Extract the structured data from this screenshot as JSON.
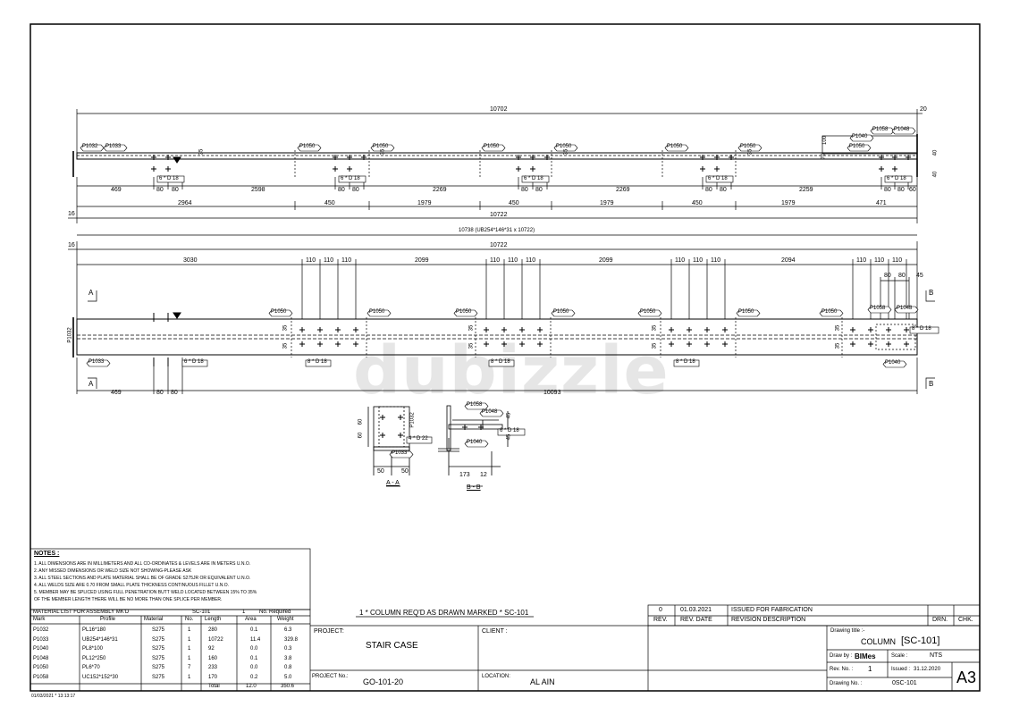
{
  "watermark": "dubizzle",
  "timestamp": "01/03/2021 * 13:13:17",
  "elevation": {
    "overall_top": "10702",
    "end_offset": "20",
    "top_marks": [
      "P1032",
      "P1033",
      "P1050",
      "P1050",
      "P1050",
      "P1050",
      "P1050",
      "P1050",
      "P1058",
      "P1048",
      "P1040",
      "P1050"
    ],
    "bolt_note": "6 * D 18",
    "bottom_dims_a": [
      "469",
      "80",
      "80",
      "2598",
      "80",
      "80",
      "2269",
      "80",
      "80",
      "2269",
      "80",
      "80",
      "2259",
      "80",
      "80",
      "60"
    ],
    "bottom_dims_b": [
      "2964",
      "450",
      "1979",
      "450",
      "1979",
      "450",
      "1979",
      "471"
    ],
    "total_length": "10722",
    "left_offset": "16",
    "vertical_dims": [
      "35",
      "35",
      "35",
      "35",
      "70",
      "100",
      "40",
      "40"
    ]
  },
  "plan": {
    "member_label": "10738 (UB254*146*31 x 10722)",
    "total_length": "10722",
    "left_offset": "16",
    "top_dims": [
      "3030",
      "110",
      "110",
      "110",
      "2099",
      "110",
      "110",
      "110",
      "2099",
      "110",
      "110",
      "110",
      "2094",
      "110",
      "110",
      "110",
      "45",
      "80",
      "80"
    ],
    "marks": [
      "P1050",
      "P1050",
      "P1050",
      "P1050",
      "P1050",
      "P1050",
      "P1050",
      "P1058",
      "P1048",
      "P1032",
      "P1033",
      "P1040"
    ],
    "bolt_notes": [
      "6 * D 18",
      "8 * D 18",
      "8 * D 18",
      "8 * D 18",
      "8 * D 18"
    ],
    "bottom_dims": [
      "469",
      "80",
      "80",
      "10093"
    ],
    "section_marks": [
      "A",
      "A",
      "B",
      "B"
    ],
    "vertical_dims": [
      "35",
      "35",
      "35",
      "35",
      "35",
      "35",
      "35",
      "35"
    ]
  },
  "section_aa": {
    "title": "A - A",
    "marks": [
      "P1032",
      "P1033"
    ],
    "bolt_note": "4 * D 22",
    "dims": [
      "60",
      "60",
      "50",
      "50"
    ]
  },
  "section_bb": {
    "title": "B - B",
    "marks": [
      "P1058",
      "P1048",
      "P1040"
    ],
    "bolt_note": "6 * D 18",
    "dims": [
      "45",
      "45",
      "173",
      "12"
    ]
  },
  "notes": {
    "title": "NOTES :",
    "lines": [
      "1. ALL DIMENSIONS ARE IN MILLIMETERS AND ALL CO-ORDINATES & LEVELS ARE IN METERS U.N.O.",
      "2. ANY MISSED DIMENSIONS OR WELD SIZE NOT SHOWING-PLEASE ASK",
      "3. ALL STEEL SECTIONS AND PLATE MATERIAL SHALL BE OF GRADE S275JR OR EQUIVALENT U.N.O.",
      "4. ALL WELDS SIZE ARE 0.70 FROM SMALL PLATE THICKNESS CONTINUOUS FILLET U.N.O.",
      "5. MEMBER MAY BE SPLICED USING FULL PENETRATION BUTT WELD LOCATED BETWEEN 15% TO 35%",
      "   OF THE MEMBER LENGTH THERE WILL BE NO MORE THAN ONE SPLICE PER MEMBER."
    ]
  },
  "material_list": {
    "heading": "MATERIAL LIST FOR ASSEMBLY MK'D",
    "assembly": "SC-101",
    "required_count": "1",
    "required_label": "No. Required",
    "columns": [
      "Mark",
      "Profile",
      "Material",
      "No.",
      "Length",
      "Area",
      "Weight"
    ],
    "rows": [
      [
        "P1032",
        "PL16*180",
        "S275",
        "1",
        "280",
        "0.1",
        "6.3"
      ],
      [
        "P1033",
        "UB254*146*31",
        "S275",
        "1",
        "10722",
        "11.4",
        "329.8"
      ],
      [
        "P1040",
        "PL8*100",
        "S275",
        "1",
        "92",
        "0.0",
        "0.3"
      ],
      [
        "P1048",
        "PL12*250",
        "S275",
        "1",
        "160",
        "0.1",
        "3.8"
      ],
      [
        "P1050",
        "PL6*70",
        "S275",
        "7",
        "233",
        "0.0",
        "0.8"
      ],
      [
        "P1058",
        "UC152*152*30",
        "S275",
        "1",
        "170",
        "0.2",
        "5.0"
      ]
    ],
    "total_label": "Total",
    "total_area": "12.0",
    "total_weight": "350.6"
  },
  "req_note": "1 * COLUMN REQ'D AS DRAWN MARKED * SC-101",
  "revision": {
    "rows": [
      [
        "0",
        "01.03.2021",
        "ISSUED FOR FABRICATION"
      ]
    ],
    "headers": [
      "REV.",
      "REV. DATE",
      "REVISION DESCRIPTION",
      "DRN.",
      "CHK."
    ]
  },
  "title_block": {
    "project_label": "PROJECT:",
    "project_value": "STAIR CASE",
    "client_label": "CLIENT :",
    "project_no_label": "PROJECT No.:",
    "project_no_value": "GO-101-20",
    "location_label": "LOCATION:",
    "location_value": "AL AIN",
    "drawing_title_label": "Drawing title :-",
    "drawing_title": "COLUMN",
    "drawing_title_mark": "[SC-101]",
    "draw_by_label": "Draw by :",
    "draw_by_value": "BIMes",
    "scale_label": "Scale :",
    "scale_value": "NTS",
    "rev_no_label": "Rev. No. :",
    "rev_no_value": "1",
    "issued_label": "Issued :",
    "issued_value": "31.12.2020",
    "drawing_no_label": "Drawing No. :",
    "drawing_no_value": "0SC-101",
    "sheet_size": "A3"
  }
}
